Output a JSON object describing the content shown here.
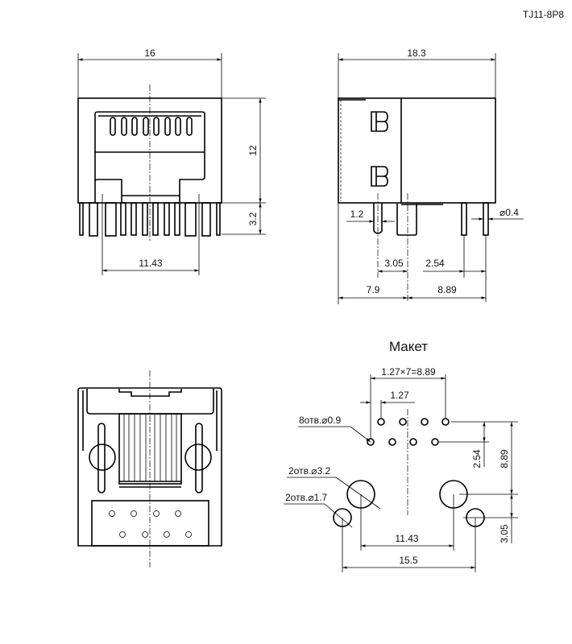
{
  "part_number": "TJ11-8P8",
  "front_view": {
    "width": "16",
    "height": "12",
    "pin_length": "3.2",
    "mount_spacing": "11.43"
  },
  "side_view": {
    "depth": "18.3",
    "tab_width": "1.2",
    "pin_diameter": "⌀0.4",
    "offset_a": "3.05",
    "pitch": "2.54",
    "offset_b": "7.9",
    "offset_c": "8.89"
  },
  "layout": {
    "title": "Макет",
    "pitch_total": "1.27×7=8.89",
    "pitch": "1.27",
    "holes_small": "8отв.⌀0.9",
    "holes_large": "2отв.⌀3.2",
    "holes_mid": "2отв.⌀1.7",
    "row_spacing": "2.54",
    "vertical_total": "8.89",
    "vertical_offset": "3.05",
    "large_spacing": "11.43",
    "mid_spacing": "15.5"
  }
}
